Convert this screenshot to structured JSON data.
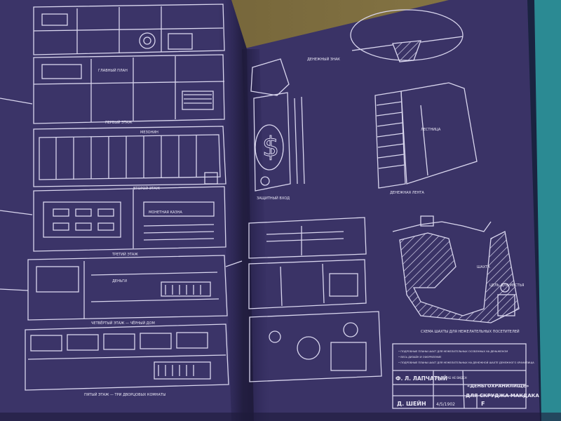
{
  "photo": {
    "colors": {
      "table": "#6a5a32",
      "table_light": "#8a7a48",
      "paper_left": "#3b3468",
      "paper_right": "#3a3366",
      "gutter": "#1e1a3a",
      "line": "#d9d6ee",
      "teal_edge": "#2b8a93"
    }
  },
  "left_page": {
    "labels": [
      "ГЛАВНЫЙ ПЛАН",
      "ПЕРВЫЙ ЭТАЖ",
      "МЕЗОНИН",
      "ВТОРОЙ ЭТАЖ",
      "ТРЕТИЙ ЭТАЖ",
      "ЧЕТВЁРТЫЙ ЭТАЖ — ЧЁРНЫЙ ДОМ",
      "ПЯТЫЙ ЭТАЖ — ТРИ ДВОРЦОВЫХ КОМНАТЫ",
      "ДЕНЬГИ",
      "МОНЕТНАЯ КАЗНА"
    ]
  },
  "right_page": {
    "labels": [
      "ДЕНЕЖНЫЙ ЗНАК",
      "ЗАЩИТНЫЙ ВХОД",
      "ЛЕСТНИЦА",
      "ДЕНЕЖНАЯ ЛЕНТА",
      "СХЕМА ШАХТЫ ДЛЯ НЕЖЕЛАТЕЛЬНЫХ ПОСЕТИТЕЛЕЙ",
      "ЦЕЛЬ ДЛЯ МЕСТЬЯ",
      "ШАХТА"
    ],
    "title_block": {
      "notes": [
        "• ПОДРОБНЫЕ ПЛАНЫ ШАХТ ДЛЯ НЕЖЕЛАТЕЛЬНЫХ ОСОБЕННЫХ НА ДЕНЬЖЕНОМ",
        "• ВЕСЬ ДИЗАЙН И ОФОРМЛЕНИЕ",
        "• ПОДРОБНЫЕ ПЛАНЫ ШАХТ ДЛЯ НЕЖЕЛАТЕЛЬНЫХ НА ДЕНЕЖНОЙ ШАХТЕ ДЕНЕЖНОГО ХРАНИЛИЩА"
      ],
      "designer": "Ф. Л. ЛАПЧАТЫЙ",
      "scale_note": "МАСШТАБ НЕ ВИДЕН",
      "architect": "Д. ШЕЙН",
      "date": "4/5/1902",
      "sheet": "F",
      "project_title": "«ДЕНЬГОХРАНИЛИЩЕ»",
      "project_subtitle": "ДЛЯ СКРУДЖА МАКДАКА"
    }
  }
}
